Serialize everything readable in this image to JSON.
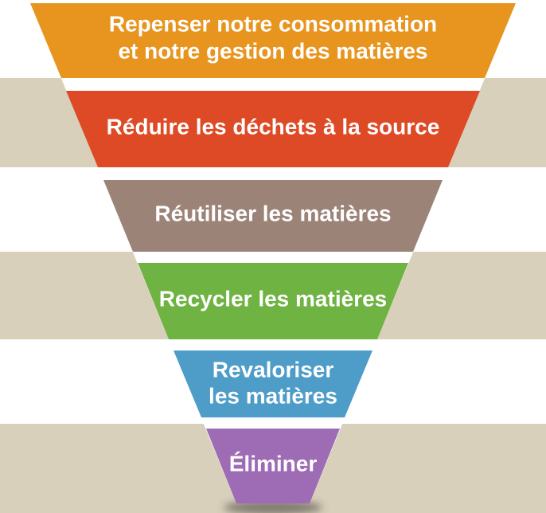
{
  "diagram": {
    "type": "inverted-funnel",
    "description_language": "fr",
    "colors": {
      "background": "#ffffff",
      "stripe": "#d8d0bb",
      "funnel_gap": "#ffffff",
      "label_text": "#ffffff",
      "shadow": "#4a443c"
    },
    "funnel": {
      "segments": [
        {
          "id": "repenser",
          "color": "#e8951f",
          "lines": [
            "Repenser notre consommation",
            "et notre gestion des matières"
          ]
        },
        {
          "id": "reduire",
          "color": "#de4a26",
          "lines": [
            "Réduire les déchets à la source"
          ]
        },
        {
          "id": "reutiliser",
          "color": "#9c8378",
          "lines": [
            "Réutiliser les matières"
          ]
        },
        {
          "id": "recycler",
          "color": "#6fb342",
          "lines": [
            "Recycler les matières"
          ]
        },
        {
          "id": "revaloriser",
          "color": "#4e9cc8",
          "lines": [
            "Revaloriser",
            "les matières"
          ]
        },
        {
          "id": "eliminer",
          "color": "#9e6bb5",
          "lines": [
            "Éliminer"
          ]
        }
      ]
    }
  }
}
